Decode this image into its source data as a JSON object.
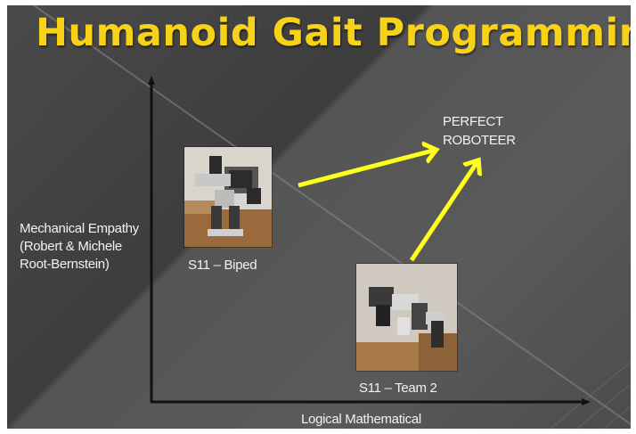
{
  "slide": {
    "title": "Humanoid Gait Programming",
    "y_axis_label": "Mechanical Empathy (Robert & Michele Root-Bernstein)",
    "x_axis_label": "Logical Mathematical",
    "target_label": "PERFECT ROBOTEER",
    "photos": [
      {
        "caption": "S11 – Biped"
      },
      {
        "caption": "S11 – Team 2"
      }
    ]
  },
  "colors": {
    "title": "#f6d21a",
    "arrow": "#ffff1e",
    "axis": "#111111",
    "text": "#f2f2f2"
  }
}
